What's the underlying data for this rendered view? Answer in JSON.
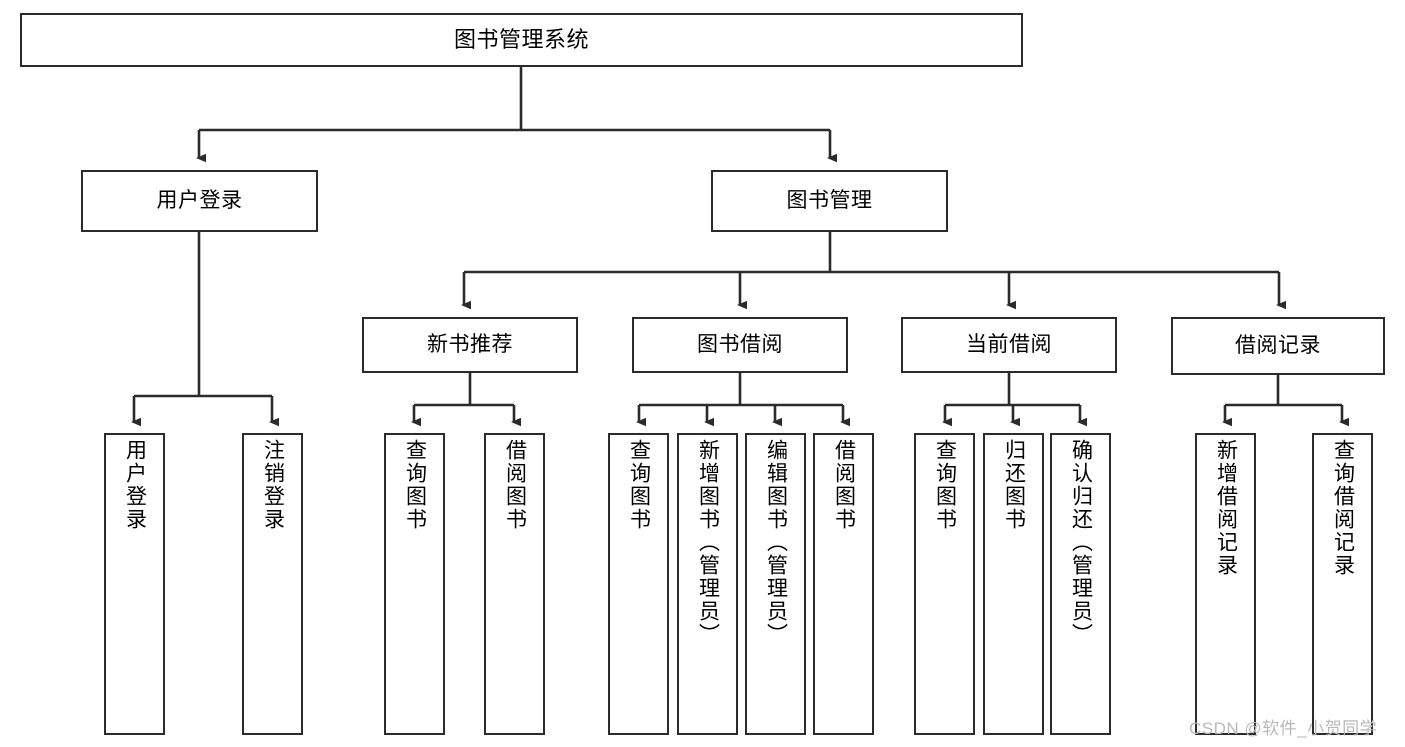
{
  "diagram": {
    "type": "tree",
    "title": "图书管理系统",
    "root": {
      "id": "root",
      "label": "图书管理系统"
    },
    "level2": [
      {
        "id": "user-login",
        "label": "用户登录"
      },
      {
        "id": "book-management",
        "label": "图书管理"
      }
    ],
    "level3": [
      {
        "id": "new-book-recommend",
        "label": "新书推荐"
      },
      {
        "id": "book-borrow",
        "label": "图书借阅"
      },
      {
        "id": "current-borrow",
        "label": "当前借阅"
      },
      {
        "id": "borrow-record",
        "label": "借阅记录"
      }
    ],
    "leaves": {
      "user_login": [
        {
          "id": "leaf-user-login",
          "label": "用户登录"
        },
        {
          "id": "leaf-user-logout",
          "label": "注销登录"
        }
      ],
      "new_book_recommend": [
        {
          "id": "leaf-query-book-1",
          "label": "查询图书"
        },
        {
          "id": "leaf-borrow-book-1",
          "label": "借阅图书"
        }
      ],
      "book_borrow": [
        {
          "id": "leaf-query-book-2",
          "label": "查询图书"
        },
        {
          "id": "leaf-add-book",
          "label": "新增图书（管理员）"
        },
        {
          "id": "leaf-edit-book",
          "label": "编辑图书（管理员）"
        },
        {
          "id": "leaf-borrow-book-2",
          "label": "借阅图书"
        }
      ],
      "current_borrow": [
        {
          "id": "leaf-query-book-3",
          "label": "查询图书"
        },
        {
          "id": "leaf-return-book",
          "label": "归还图书"
        },
        {
          "id": "leaf-confirm-return",
          "label": "确认归还（管理员）"
        }
      ],
      "borrow_record": [
        {
          "id": "leaf-add-record",
          "label": "新增借阅记录"
        },
        {
          "id": "leaf-query-record",
          "label": "查询借阅记录"
        }
      ]
    },
    "watermark": "CSDN @软件_小贺同学",
    "colors": {
      "stroke": "#2b2b2b",
      "fill": "#ffffff",
      "text": "#000000",
      "watermark": "#b9b9b9"
    }
  }
}
